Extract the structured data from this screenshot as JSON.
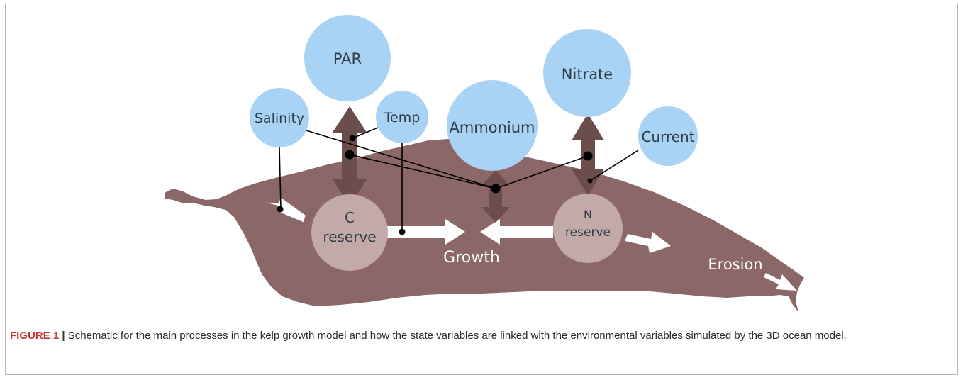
{
  "diagram": {
    "nodes": {
      "par": "PAR",
      "salinity": "Salinity",
      "temp": "Temp",
      "ammonium": "Ammonium",
      "nitrate": "Nitrate",
      "current": "Current"
    },
    "reserves": {
      "c_letter": "C",
      "c_word": "reserve",
      "n_letter": "N",
      "n_word": "reserve"
    },
    "processes": {
      "growth": "Growth",
      "erosion": "Erosion"
    },
    "colors": {
      "env_circle": "#a8d3f5",
      "kelp": "#8b6767",
      "reserve": "#c3aaa8",
      "dark_arrow": "#6b4e4c",
      "white_arrow": "#ffffff",
      "figure_label": "#c8372f"
    }
  },
  "caption": {
    "label": "FIGURE 1",
    "separator": "|",
    "text": "Schematic for the main processes in the kelp growth model and how the state variables are linked with the environmental variables simulated by the 3D ocean model."
  }
}
